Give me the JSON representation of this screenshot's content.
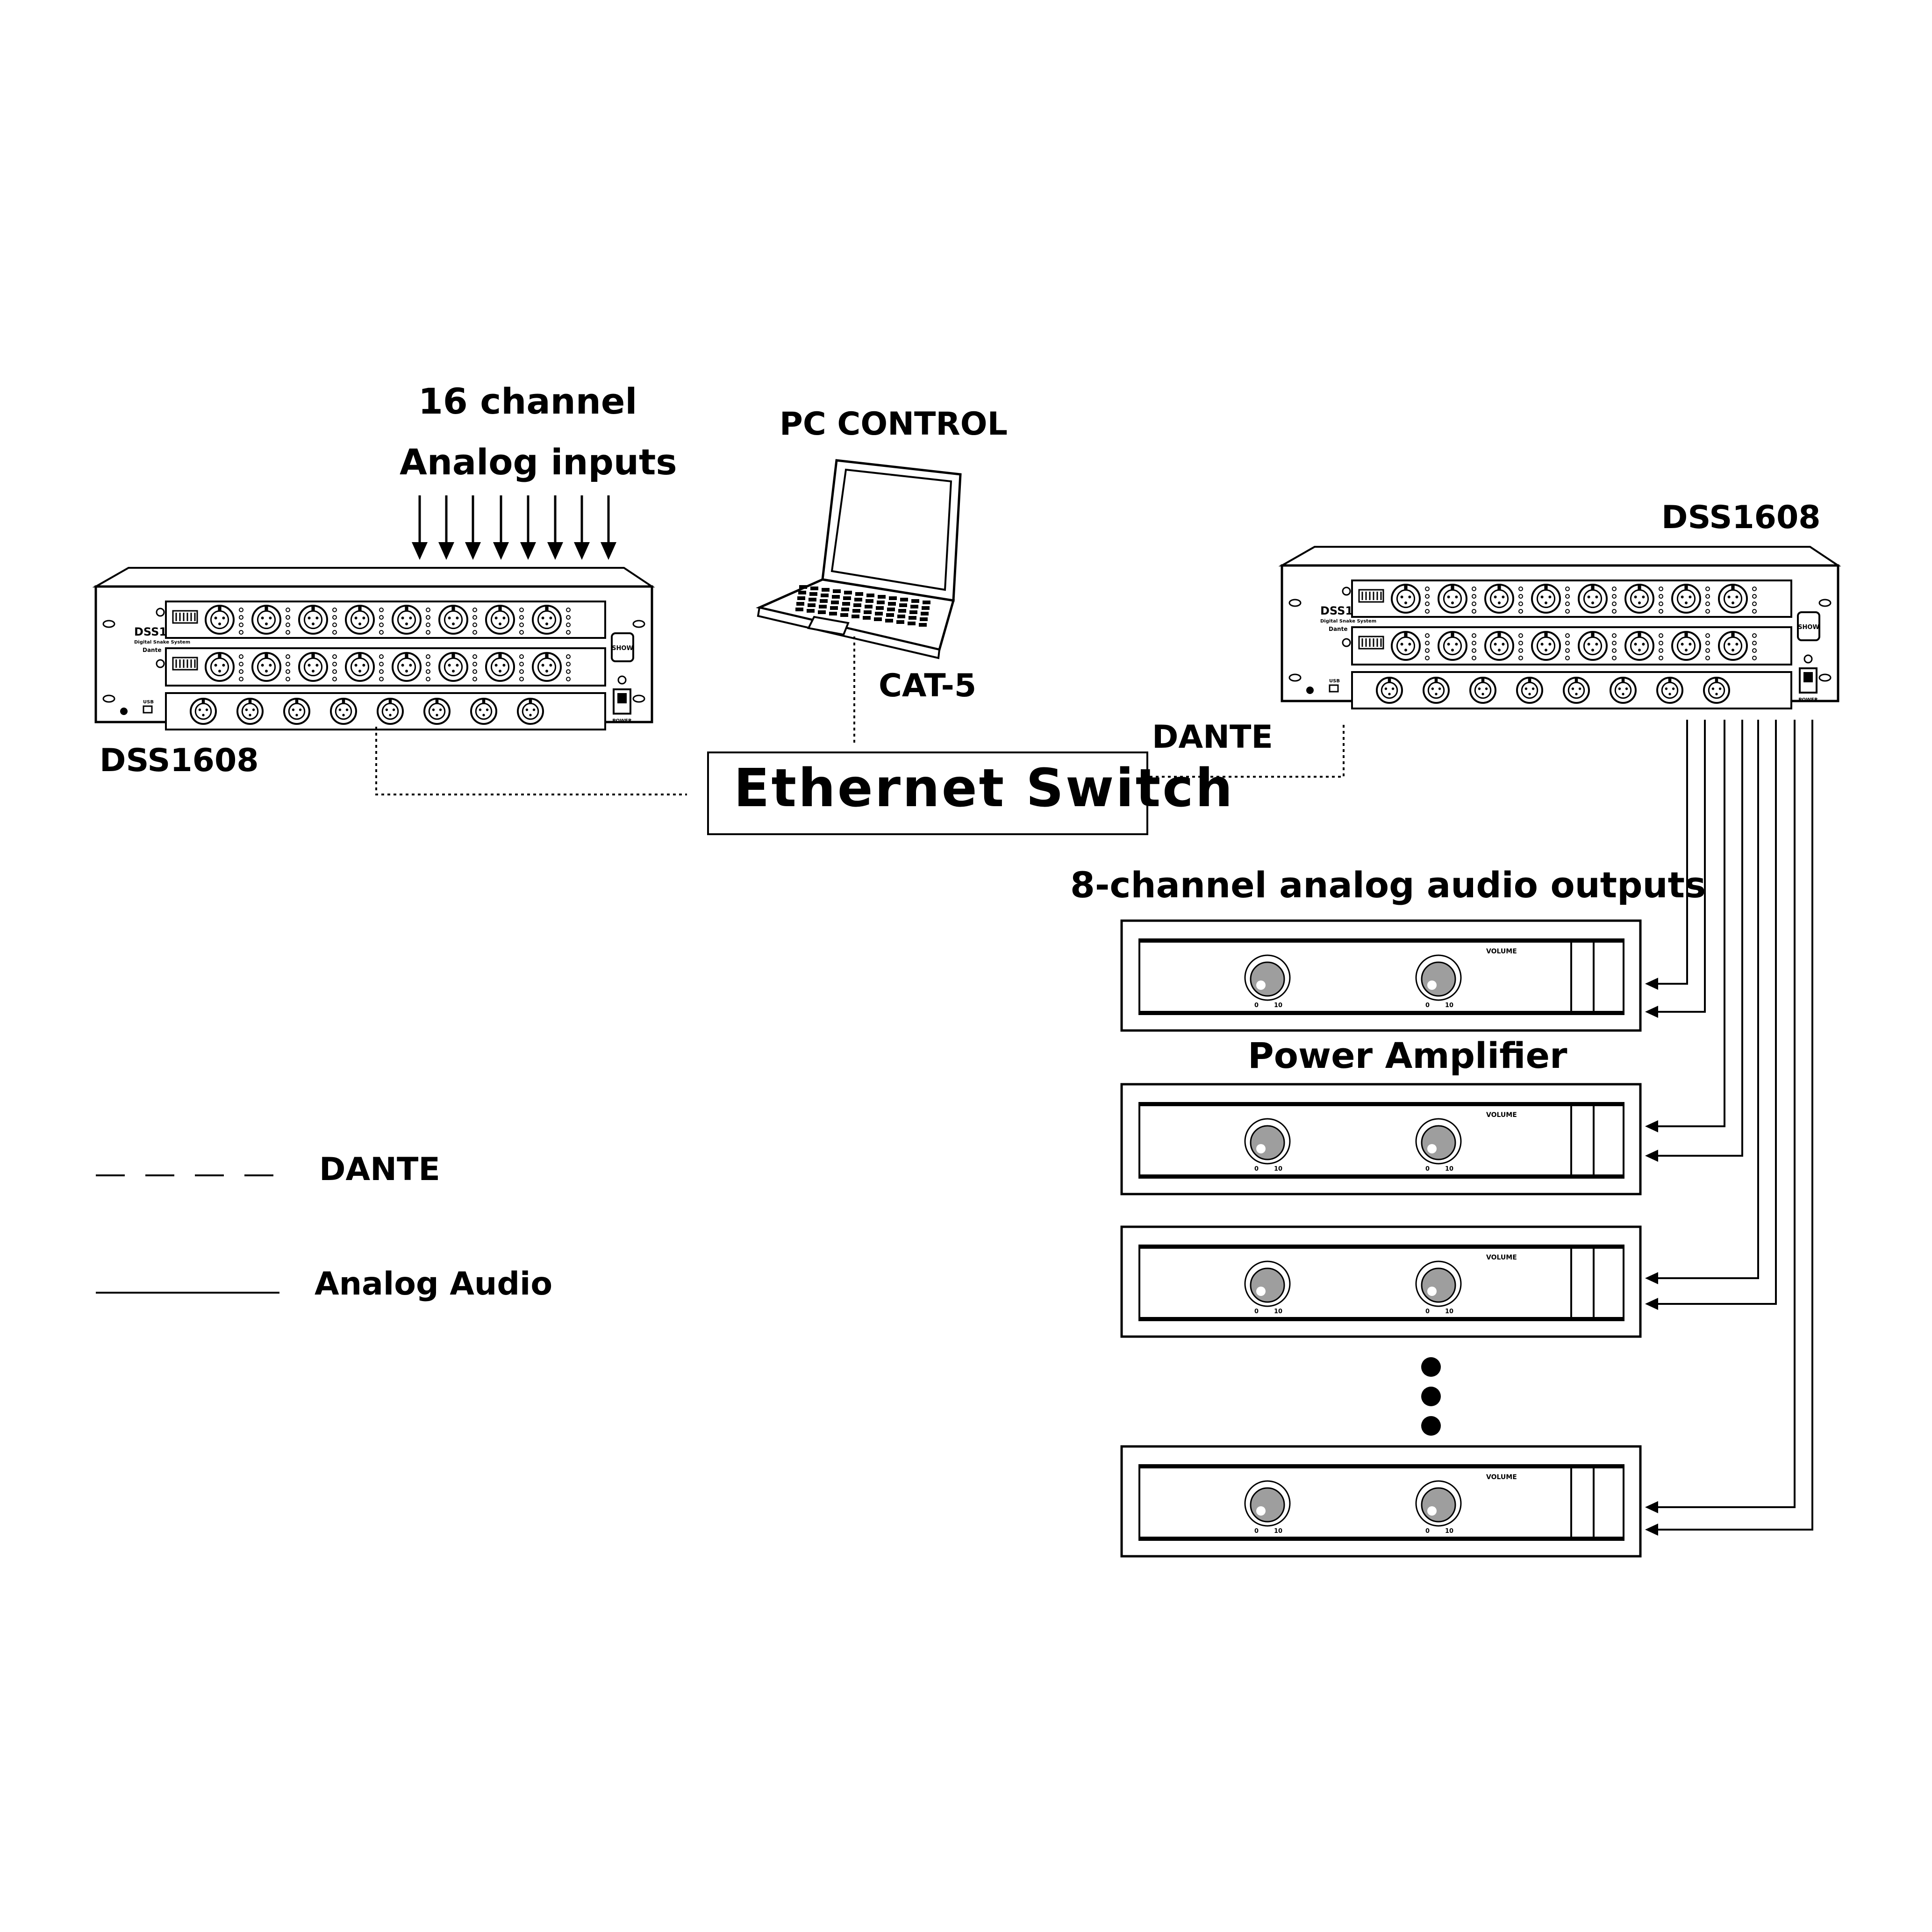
{
  "labels": {
    "inputs_line1": "16 channel",
    "inputs_line2": "Analog inputs",
    "pc_control": "PC CONTROL",
    "cat5": "CAT-5",
    "left_device": "DSS1608",
    "right_device": "DSS1608",
    "dante": "DANTE",
    "switch": "Ethernet  Switch",
    "outputs": "8-channel analog audio outputs",
    "power_amp": "Power Amplifier"
  },
  "legend": {
    "dante": "DANTE",
    "analog": "Analog  Audio"
  },
  "device_panel": {
    "model": "DSS1608",
    "subtitle": "Digital Snake System",
    "dante_logo": "Dante",
    "usb": "USB",
    "power": "POWER",
    "show_logo": "SHOW"
  },
  "amplifier": {
    "volume": "VOLUME",
    "knob_min": "0",
    "knob_max": "10"
  },
  "colors": {
    "line": "#000000",
    "background": "#ffffff",
    "knob_fill": "#9e9e9e"
  }
}
